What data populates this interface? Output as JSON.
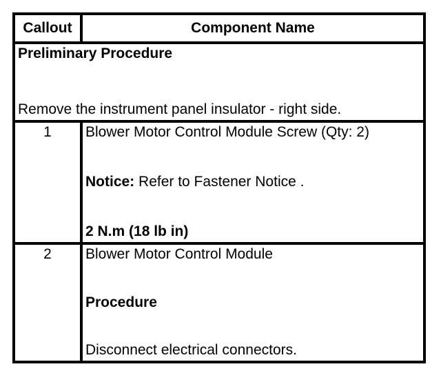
{
  "table": {
    "header": {
      "callout": "Callout",
      "component_name": "Component Name"
    },
    "preliminary": {
      "title": "Preliminary Procedure",
      "instruction": "Remove the instrument panel insulator - right side."
    },
    "rows": [
      {
        "callout": "1",
        "name": "Blower Motor Control Module Screw (Qty: 2)",
        "notice_label": "Notice:",
        "notice_text": " Refer to Fastener Notice .",
        "torque": "2 N.m (18 lb in)"
      },
      {
        "callout": "2",
        "name": "Blower Motor Control Module",
        "procedure_label": "Procedure",
        "instruction": "Disconnect electrical connectors."
      }
    ]
  },
  "colors": {
    "border": "#000000",
    "text": "#000000",
    "background": "#ffffff"
  }
}
